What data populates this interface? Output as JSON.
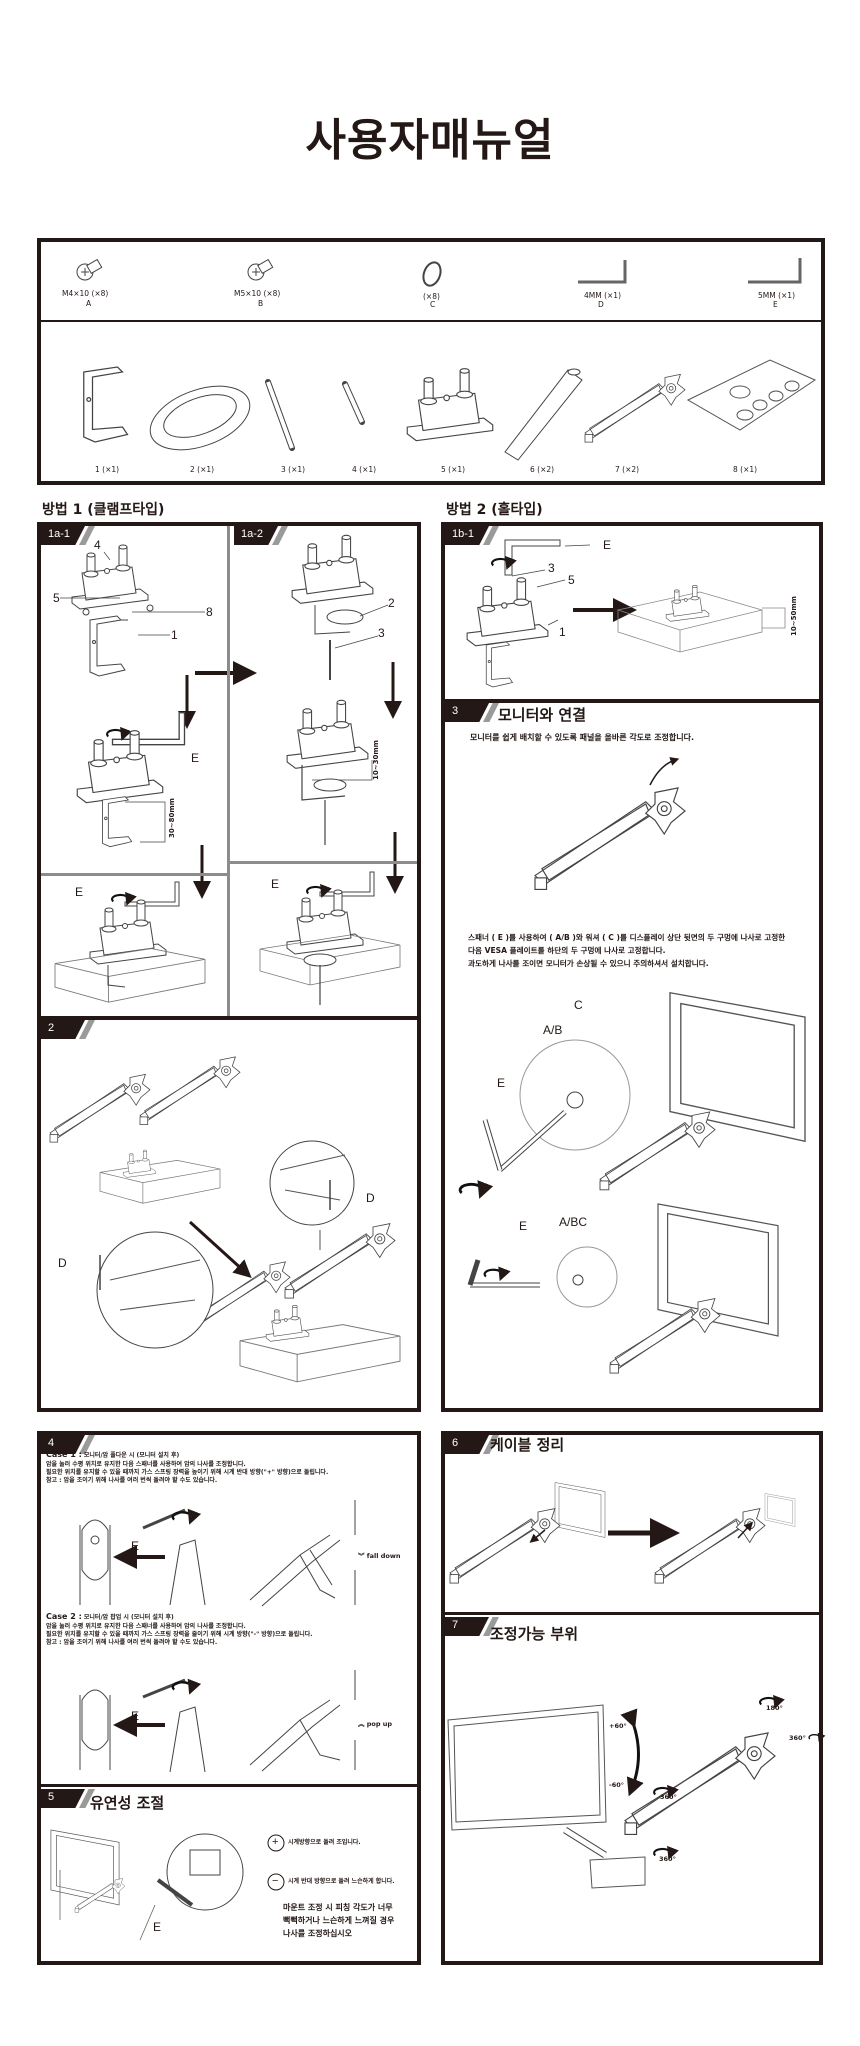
{
  "title": "사용자매뉴얼",
  "parts": {
    "hardware": [
      {
        "spec": "M4×10 (×8)",
        "letter": "A",
        "icon": "screw-icon"
      },
      {
        "spec": "M5×10 (×8)",
        "letter": "B",
        "icon": "screw-icon"
      },
      {
        "spec": "(×8)",
        "letter": "C",
        "icon": "washer-icon"
      },
      {
        "spec": "4MM (×1)",
        "letter": "D",
        "icon": "allen-key-icon"
      },
      {
        "spec": "5MM (×1)",
        "letter": "E",
        "icon": "allen-key-icon"
      }
    ],
    "components": [
      "1 (×1)",
      "2 (×1)",
      "3 (×1)",
      "4 (×1)",
      "5 (×1)",
      "6 (×2)",
      "7 (×2)",
      "8 (×1)"
    ]
  },
  "method1": {
    "heading": "방법 1 (클램프타입)",
    "step1a1": {
      "tab": "1a-1",
      "l4": "4",
      "l5": "5",
      "l8": "8",
      "l1": "1",
      "e": "E",
      "range": "30~80mm",
      "e2": "E"
    },
    "step1a2": {
      "tab": "1a-2",
      "l2": "2",
      "l3": "3",
      "range": "10~30mm",
      "e": "E"
    },
    "step2": {
      "tab": "2",
      "d1": "D",
      "d2": "D"
    }
  },
  "method2": {
    "heading": "방법 2 (홀타입)",
    "step1b1": {
      "tab": "1b-1",
      "e": "E",
      "l3": "3",
      "l5": "5",
      "l1": "1",
      "range": "10~50mm"
    },
    "step3": {
      "tab": "3",
      "title": "모니터와 연결",
      "subtitle": "모니터를 쉽게 배치할 수 있도록 패널을 올바른 각도로 조정합니다.",
      "lines": [
        "스패너 ( E )를 사용하여  ( A/B )와 워셔 ( C )를 디스플레이 상단 뒷면의 두 구멍에 나사로 고정한",
        "다음 VESA 플레이트를 하단의 두 구멍에 나사로 고정합니다.",
        "과도하게 나사를 조이면 모니터가 손상될 수 있으니 주의하셔서 설치합니다."
      ],
      "c": "C",
      "ab": "A/B",
      "e1": "E",
      "e2": "E",
      "abc": "A/BC"
    }
  },
  "step4": {
    "tab": "4",
    "case1": {
      "label": "Case 1 :",
      "title": "모니터/암 풀다운 시 (모니터 설치 후)",
      "lines": [
        "암을 눌러 수평 위치로 유지한 다음 스패너를 사용하여 암의 나사를 조정합니다.",
        "필요한 위치를 유지할 수 있을 때까지 가스 스프링 장력을 높이기 위해 시계 반대 방향(\"+\" 방향)으로 돌립니다.",
        "참고 : 암을 조이기 위해 나사를 여러 번씩 돌려야 할 수도 있습니다."
      ],
      "e": "E",
      "motion": "fall down"
    },
    "case2": {
      "label": "Case 2 :",
      "title": "모니터/암 팝업 시 (모니터 설치 후)",
      "lines": [
        "암을 눌러 수평 위치로 유지한 다음 스패너를 사용하여 암의 나사를 조정합니다.",
        "필요한 위치를 유지할 수 있을 때까지 가스 스프링 장력을 줄이기 위해 시계 방향(\"-\" 방향)으로 돌립니다.",
        "참고 : 암을 조이기 위해 나사를 여러 번씩 돌려야 할 수도 있습니다."
      ],
      "e": "E",
      "motion": "pop up"
    }
  },
  "step5": {
    "tab": "5",
    "title": "유연성 조절",
    "plus_symbol": "+",
    "plus_text": "시계방향으로 돌려 조입니다.",
    "minus_symbol": "−",
    "minus_text": "시계 반대 방향으로 돌려 느슨하게 합니다.",
    "note": [
      "마운트 조정 시 피칭 각도가 너무",
      "뻑뻑하거나 느슨하게 느껴질 경우",
      "나사를 조정하십시오"
    ],
    "e": "E"
  },
  "step6": {
    "tab": "6",
    "title": "케이블 정리"
  },
  "step7": {
    "tab": "7",
    "title": "조정가능 부위",
    "tilt_up": "+60°",
    "tilt_down": "-60°",
    "rot_top": "180°",
    "rot_side": "360°",
    "rot_elbow": "360°",
    "rot_base": "360°"
  },
  "colors": {
    "ink": "#231815",
    "divider": "#8c8c8c",
    "line": "#444444"
  }
}
